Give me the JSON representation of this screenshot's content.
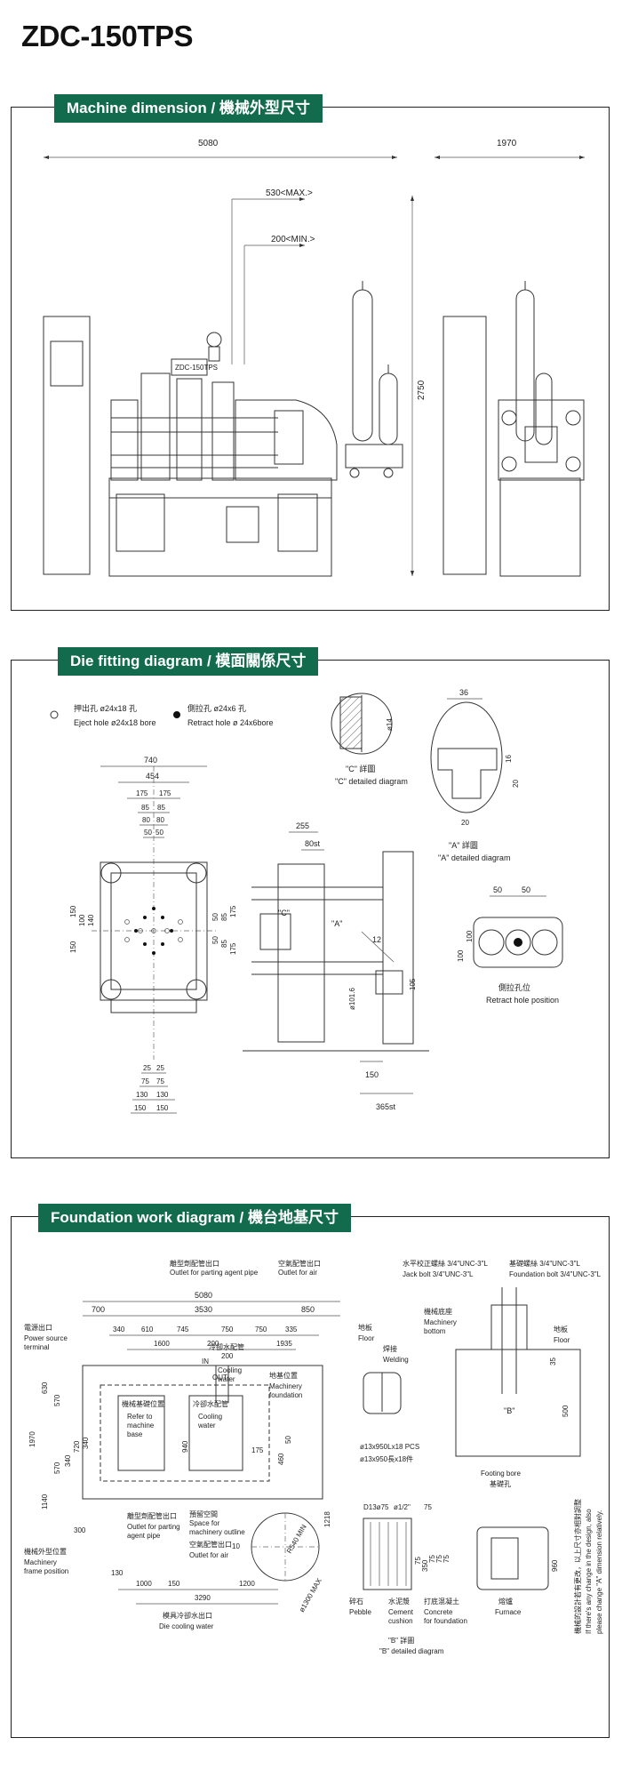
{
  "model": "ZDC-150TPS",
  "sections": {
    "machine": {
      "title": "Machine dimension / 機械外型尺寸",
      "dims": {
        "length": "5080",
        "width": "1970",
        "height": "2750",
        "stroke_max": "530<MAX.>",
        "stroke_min": "200<MIN.>"
      },
      "nameplate": "ZDC-150TPS"
    },
    "die": {
      "title": "Die fitting diagram / 模面關係尺寸",
      "eject_cn": "押出孔 ø24x18 孔",
      "eject_en": "Eject hole ø24x18 bore",
      "retract_cn": "側拉孔 ø24x6 孔",
      "retract_en": "Retract hole ø 24x6bore",
      "platen": {
        "w740": "740",
        "w454": "454",
        "w175a": "175",
        "w175b": "175",
        "w85a": "85",
        "w85b": "85",
        "w80a": "80",
        "w80b": "80",
        "w50a": "50",
        "w50b": "50",
        "v150a": "150",
        "v100": "100",
        "v140": "140",
        "v150b": "150",
        "r50a": "50",
        "r50b": "50",
        "r85a": "85",
        "r85b": "85",
        "r175a": "175",
        "r175b": "175",
        "b25a": "25",
        "b25b": "25",
        "b75a": "75",
        "b75b": "75",
        "b130a": "130",
        "b130b": "130",
        "b150a": "150",
        "b150b": "150"
      },
      "side": {
        "d255": "255",
        "d80st": "80st",
        "c_label": "\"C\"",
        "a_label": "\"A\"",
        "d12": "12",
        "phi": "ø101.6",
        "d105": "105",
        "d150": "150",
        "d365": "365st"
      },
      "c_detail": {
        "d14": "ø14",
        "cn": "\"C\" 詳圖",
        "en": "\"C\" detailed diagram"
      },
      "a_detail": {
        "d36": "36",
        "d16": "16",
        "d20a": "20",
        "d20b": "20",
        "cn": "\"A\" 詳圖",
        "en": "\"A\" detailed diagram"
      },
      "retract_pos": {
        "d50a": "50",
        "d50b": "50",
        "d100a": "100",
        "d100b": "100",
        "cn": "側拉孔位",
        "en": "Retract hole position"
      }
    },
    "foundation": {
      "title": "Foundation work diagram / 機台地基尺寸",
      "labels": {
        "parting_cn": "離型劑配管出口",
        "parting_en": "Outlet for parting agent pipe",
        "air_cn": "空氣配管出口",
        "air_en": "Outlet for air",
        "power_cn": "電源出口",
        "power_en1": "Power source",
        "power_en2": "terminal",
        "mf_cn": "地基位置",
        "mf_en1": "Machinery",
        "mf_en2": "foundation",
        "ref_cn": "機械基礎位置",
        "ref_en1": "Refer to",
        "ref_en2": "machine",
        "ref_en3": "base",
        "cool_cn": "冷卻水配管",
        "cool_en1": "Cooling",
        "cool_en2": "water",
        "cool2_cn": "冷卻水配管",
        "cool2_en1": "Cooling",
        "cool2_en2": "water",
        "in": "IN",
        "out": "OUT",
        "parting2_cn": "離型劑配管出口",
        "parting2_en1": "Outlet for parting",
        "parting2_en2": "agent pipe",
        "space_cn": "預留空間",
        "space_en1": "Space for",
        "space_en2": "machinery outline",
        "air2_cn": "空氣配管出口",
        "air2_en": "Outlet for air",
        "frame_cn": "機械外型位置",
        "frame_en1": "Machinery",
        "frame_en2": "frame position",
        "diecool_cn": "模具冷卻水出口",
        "diecool_en": "Die cooling water",
        "jack_cn": "水平校正螺絲 3/4\"UNC-3\"L",
        "jack_en": "Jack bolt 3/4\"UNC-3\"L",
        "fbolt_cn": "基礎螺絲 3/4\"UNC-3\"L",
        "fbolt_en": "Foundation bolt 3/4\"UNC-3\"L",
        "floor_cn": "地板",
        "floor_en": "Floor",
        "weld_cn": "焊接",
        "weld_en": "Welding",
        "mb_cn": "機械底座",
        "mb_en1": "Machinery",
        "mb_en2": "bottom",
        "floor2_cn": "地板",
        "floor2_en": "Floor",
        "b_label": "\"B\"",
        "rebar1": "ø13x950Lx18 PCS",
        "rebar2": "ø13x950長x18件",
        "fb_en": "Footing bore",
        "fb_cn": "基礎孔",
        "d13": "D13ø75",
        "d12": "ø1/2\"",
        "pebble_cn": "碎石",
        "pebble_en": "Pebble",
        "cement_cn": "水泥漿",
        "cement_en1": "Cement",
        "cement_en2": "cushion",
        "concrete_cn": "打底混凝土",
        "concrete_en1": "Concrete",
        "concrete_en2": "for foundation",
        "furnace_cn": "熔爐",
        "furnace_en": "Furnace",
        "bdet_cn": "\"B\" 詳圖",
        "bdet_en": "\"B\" detailed diagram",
        "note_cn": "機械的設計若有更改，以上尺寸亦相對調整",
        "note_en1": "If there's any change in the design, also",
        "note_en2": "please change \"A\" dimension relatively."
      },
      "dims": {
        "d5080": "5080",
        "d3530": "3530",
        "d700": "700",
        "d850": "850",
        "d340": "340",
        "d610": "610",
        "d745": "745",
        "d750a": "750",
        "d750b": "750",
        "d335": "335",
        "d1600": "1600",
        "d200a": "200",
        "d1935": "1935",
        "d200b": "200",
        "d1970": "1970",
        "d630": "630",
        "d570a": "570",
        "d570b": "570",
        "d1140": "1140",
        "d340v": "340",
        "d720": "720",
        "d340v2": "340",
        "d940": "940",
        "d175": "175",
        "d460": "460",
        "d50": "50",
        "d1218": "1218",
        "d300": "300",
        "d130": "130",
        "d1000": "1000",
        "d150": "150",
        "d1200": "1200",
        "d3290": "3290",
        "d10": "10",
        "r540": "R540 MIN",
        "r1300": "ø1300 MAX",
        "d35": "35",
        "d500": "500",
        "d960": "960",
        "d75": "75",
        "dv1": "75",
        "dv2": "350",
        "dv3": "75",
        "dv4": "75",
        "dv5": "75"
      }
    }
  }
}
